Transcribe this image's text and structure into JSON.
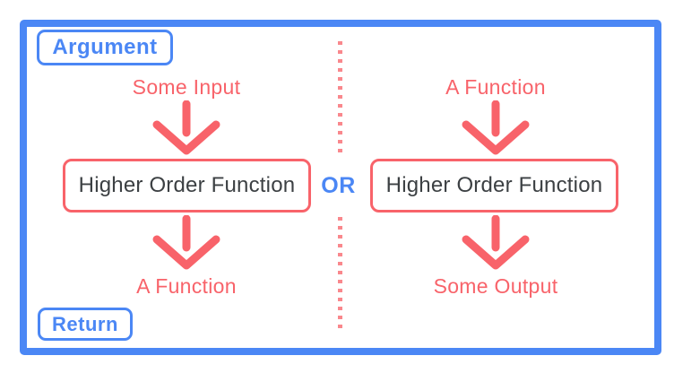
{
  "diagram": {
    "badge_argument": "Argument",
    "badge_return": "Return",
    "or_label": "OR",
    "left_flow": {
      "input": "Some Input",
      "box": "Higher Order Function",
      "output": "A Function"
    },
    "right_flow": {
      "input": "A Function",
      "box": "Higher Order Function",
      "output": "Some Output"
    }
  },
  "colors": {
    "frame_blue": "#4b87f5",
    "accent_red": "#f8636a",
    "divider_red": "#f9888d",
    "box_text_dark": "#3c4043",
    "background": "#ffffff"
  },
  "icons": {
    "down_arrow": "chevron-style downward arrow",
    "dotted_divider": "vertical square-dot divider"
  }
}
